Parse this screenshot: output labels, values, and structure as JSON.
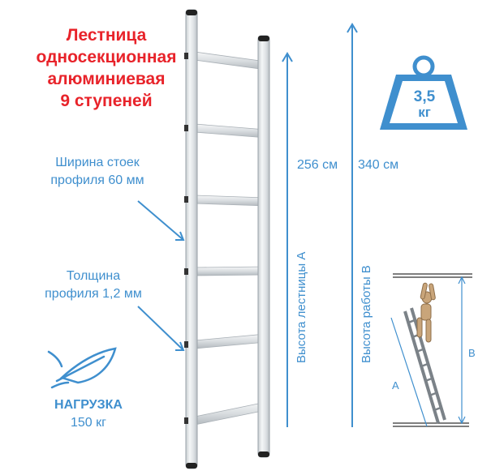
{
  "title": {
    "line1": "Лестница",
    "line2": "односекционная",
    "line3": "алюминиевая",
    "line4": "9 ступеней"
  },
  "annotations": {
    "width_line1": "Ширина стоек",
    "width_line2": "профиля 60 мм",
    "thickness_line1": "Толщина",
    "thickness_line2": "профиля 1,2 мм"
  },
  "load": {
    "label": "НАГРУЗКА",
    "value": "150 кг"
  },
  "weight": {
    "value": "3,5",
    "unit": "кг"
  },
  "dimensions": {
    "ladder_height": "256 см",
    "work_height": "340 см",
    "ladder_height_label": "Высота лестницы А",
    "work_height_label": "Высота работы В"
  },
  "diagram": {
    "label_a": "A",
    "label_b": "B"
  },
  "colors": {
    "title": "#e8232a",
    "accent": "#3f8fce",
    "aluminum": "#dfe3e6"
  }
}
